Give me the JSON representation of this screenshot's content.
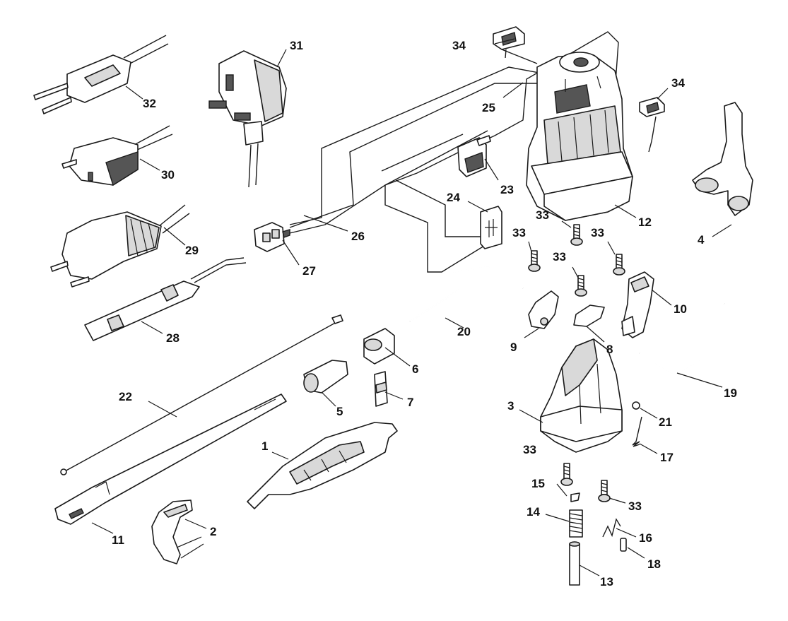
{
  "diagram": {
    "labels": {
      "p1": "1",
      "p2": "2",
      "p3": "3",
      "p4": "4",
      "p5": "5",
      "p6": "6",
      "p7": "7",
      "p8": "8",
      "p9": "9",
      "p10": "10",
      "p11": "11",
      "p12": "12",
      "p13": "13",
      "p14": "14",
      "p15": "15",
      "p16": "16",
      "p17": "17",
      "p18": "18",
      "p19": "19",
      "p20": "20",
      "p21": "21",
      "p22": "22",
      "p23": "23",
      "p24": "24",
      "p25": "25",
      "p26": "26",
      "p27": "27",
      "p28": "28",
      "p29": "29",
      "p30": "30",
      "p31": "31",
      "p32": "32",
      "p33": "33",
      "p34": "34"
    }
  }
}
